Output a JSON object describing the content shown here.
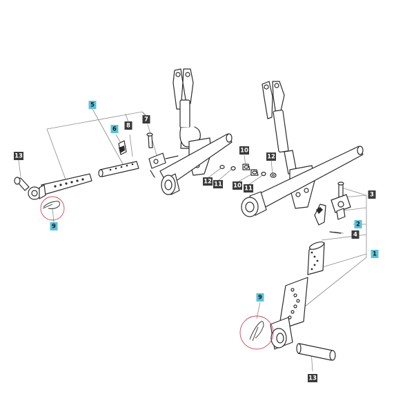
{
  "colors": {
    "dark_tag": "#3a3a3a",
    "cyan_tag": "#5bc3d9",
    "highlight_circle": "#c8455a",
    "line": "#2a2a2a"
  },
  "labels": [
    {
      "text": "5",
      "style": "cyan"
    },
    {
      "text": "6",
      "style": "cyan"
    },
    {
      "text": "8",
      "style": "dark"
    },
    {
      "text": "7",
      "style": "dark"
    },
    {
      "text": "13",
      "style": "dark"
    },
    {
      "text": "9",
      "style": "cyan"
    },
    {
      "text": "10",
      "style": "dark"
    },
    {
      "text": "12",
      "style": "dark"
    },
    {
      "text": "12",
      "style": "dark"
    },
    {
      "text": "11",
      "style": "dark"
    },
    {
      "text": "10",
      "style": "dark"
    },
    {
      "text": "11",
      "style": "dark"
    },
    {
      "text": "3",
      "style": "dark"
    },
    {
      "text": "2",
      "style": "cyan"
    },
    {
      "text": "4",
      "style": "dark"
    },
    {
      "text": "1",
      "style": "cyan"
    },
    {
      "text": "9",
      "style": "cyan"
    },
    {
      "text": "13",
      "style": "dark"
    }
  ]
}
